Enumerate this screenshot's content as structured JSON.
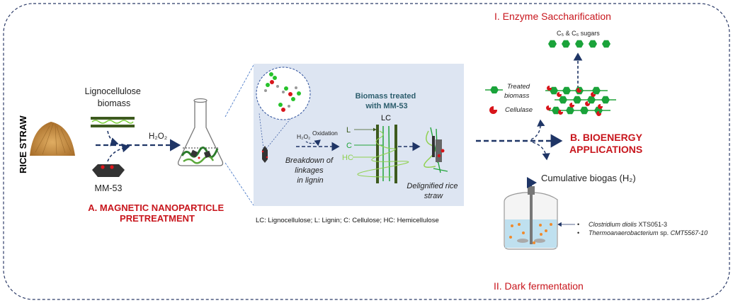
{
  "colors": {
    "frame": "#2b3a67",
    "accent_red": "#c8161d",
    "panel": "#dde5f2",
    "teal_heading": "#2d5e6e",
    "lignin": "#3d5a1e",
    "cellulose": "#22a33a",
    "hemicellulose": "#8fd14f",
    "straw": "#c8934a",
    "bacteria": "#f08a2c"
  },
  "left": {
    "rice_straw": "RICE STRAW",
    "lignocellulose_line1": "Lignocellulose",
    "lignocellulose_line2": "biomass",
    "h2o2": "H₂O₂",
    "mm53": "MM-53",
    "section_a_line1": "A. MAGNETIC NANOPARTICLE",
    "section_a_line2": "PRETREATMENT"
  },
  "panel": {
    "h2o2": "H₂O₂",
    "oxidation": "Oxidation",
    "breakdown_line1": "Breakdown of",
    "breakdown_line2": "linkages",
    "breakdown_line3": "in lignin",
    "heading_line1": "Biomass treated",
    "heading_line2": "with MM-53",
    "lc": "LC",
    "l": "L",
    "c": "C",
    "hc": "HC",
    "delignified_line1": "Delignified rice",
    "delignified_line2": "straw",
    "caption": "LC: Lignocellulose; L: Lignin; C: Cellulose; HC: Hemicellulose"
  },
  "right": {
    "section_b_line1": "B. BIOENERGY",
    "section_b_line2": "APPLICATIONS",
    "enzyme_title": "I. Enzyme Saccharification",
    "sugars": "C₅ & C₆ sugars",
    "legend_treated_line1": "Treated",
    "legend_treated_line2": "biomass",
    "legend_cellulase": "Cellulase",
    "biogas": "Cumulative biogas (H₂)",
    "strain1_italic": "Clostridium diolis",
    "strain1_rest": " XTS051-3",
    "strain2_italic": "Thermoanaerobacterium",
    "strain2_mid": " sp. ",
    "strain2_rest": "CMT5567-10",
    "dark_title": "II. Dark fermentation"
  }
}
